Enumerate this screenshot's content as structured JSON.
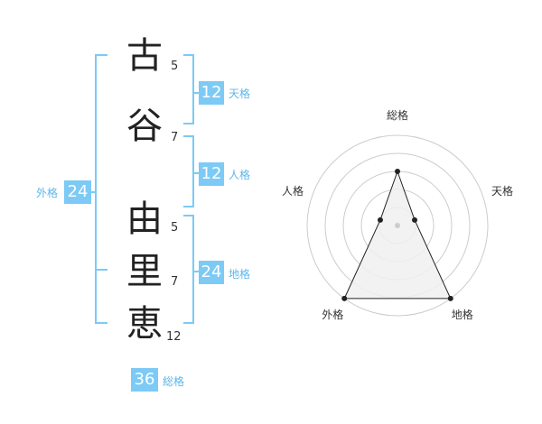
{
  "colors": {
    "accent": "#7ccaf5",
    "label": "#5db6ea",
    "text": "#222222",
    "radar_fill": "#f0f0f0",
    "radar_stroke": "#222222",
    "grid": "#cccccc"
  },
  "name": {
    "surname": [
      {
        "char": "古",
        "strokes": "5"
      },
      {
        "char": "谷",
        "strokes": "7"
      }
    ],
    "given": [
      {
        "char": "由",
        "strokes": "5"
      },
      {
        "char": "里",
        "strokes": "7"
      },
      {
        "char": "恵",
        "strokes": "12"
      }
    ]
  },
  "kakusu": {
    "tenkaku": {
      "value": "12",
      "label": "天格"
    },
    "jinkaku": {
      "value": "12",
      "label": "人格"
    },
    "chikaku": {
      "value": "24",
      "label": "地格"
    },
    "gaikaku": {
      "value": "24",
      "label": "外格"
    },
    "soukaku": {
      "value": "36",
      "label": "総格"
    }
  },
  "chart_data": {
    "type": "radar",
    "axes": [
      "総格",
      "天格",
      "地格",
      "外格",
      "人格"
    ],
    "values": [
      3,
      1,
      5,
      5,
      1
    ],
    "max": 5,
    "rings": 5,
    "grid": true
  }
}
